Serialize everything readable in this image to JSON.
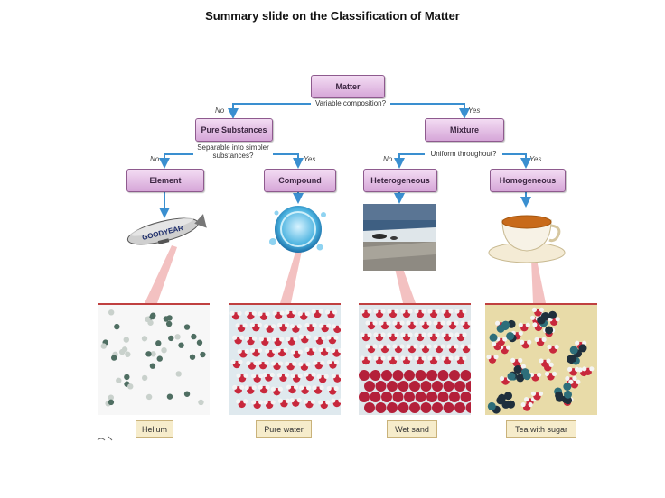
{
  "title": "Summary slide on the Classification of Matter",
  "nodes": {
    "matter": "Matter",
    "pure": "Pure Substances",
    "mixture": "Mixture",
    "element": "Element",
    "compound": "Compound",
    "heterogeneous": "Heterogeneous",
    "homogeneous": "Homogeneous"
  },
  "questions": {
    "q1": "Variable composition?",
    "q2a": "Separable into simpler",
    "q2b": "substances?",
    "q3": "Uniform throughout?"
  },
  "answers": {
    "no": "No",
    "yes": "Yes"
  },
  "captions": [
    "Helium",
    "Pure water",
    "Wet sand",
    "Tea with sugar"
  ],
  "blimp_text": "GOODYEAR",
  "colors": {
    "node_fill": "#e0b8e2",
    "arrow": "#3a8fd0",
    "panel_top": "#c04040",
    "pointer": "#f1b6b6"
  }
}
